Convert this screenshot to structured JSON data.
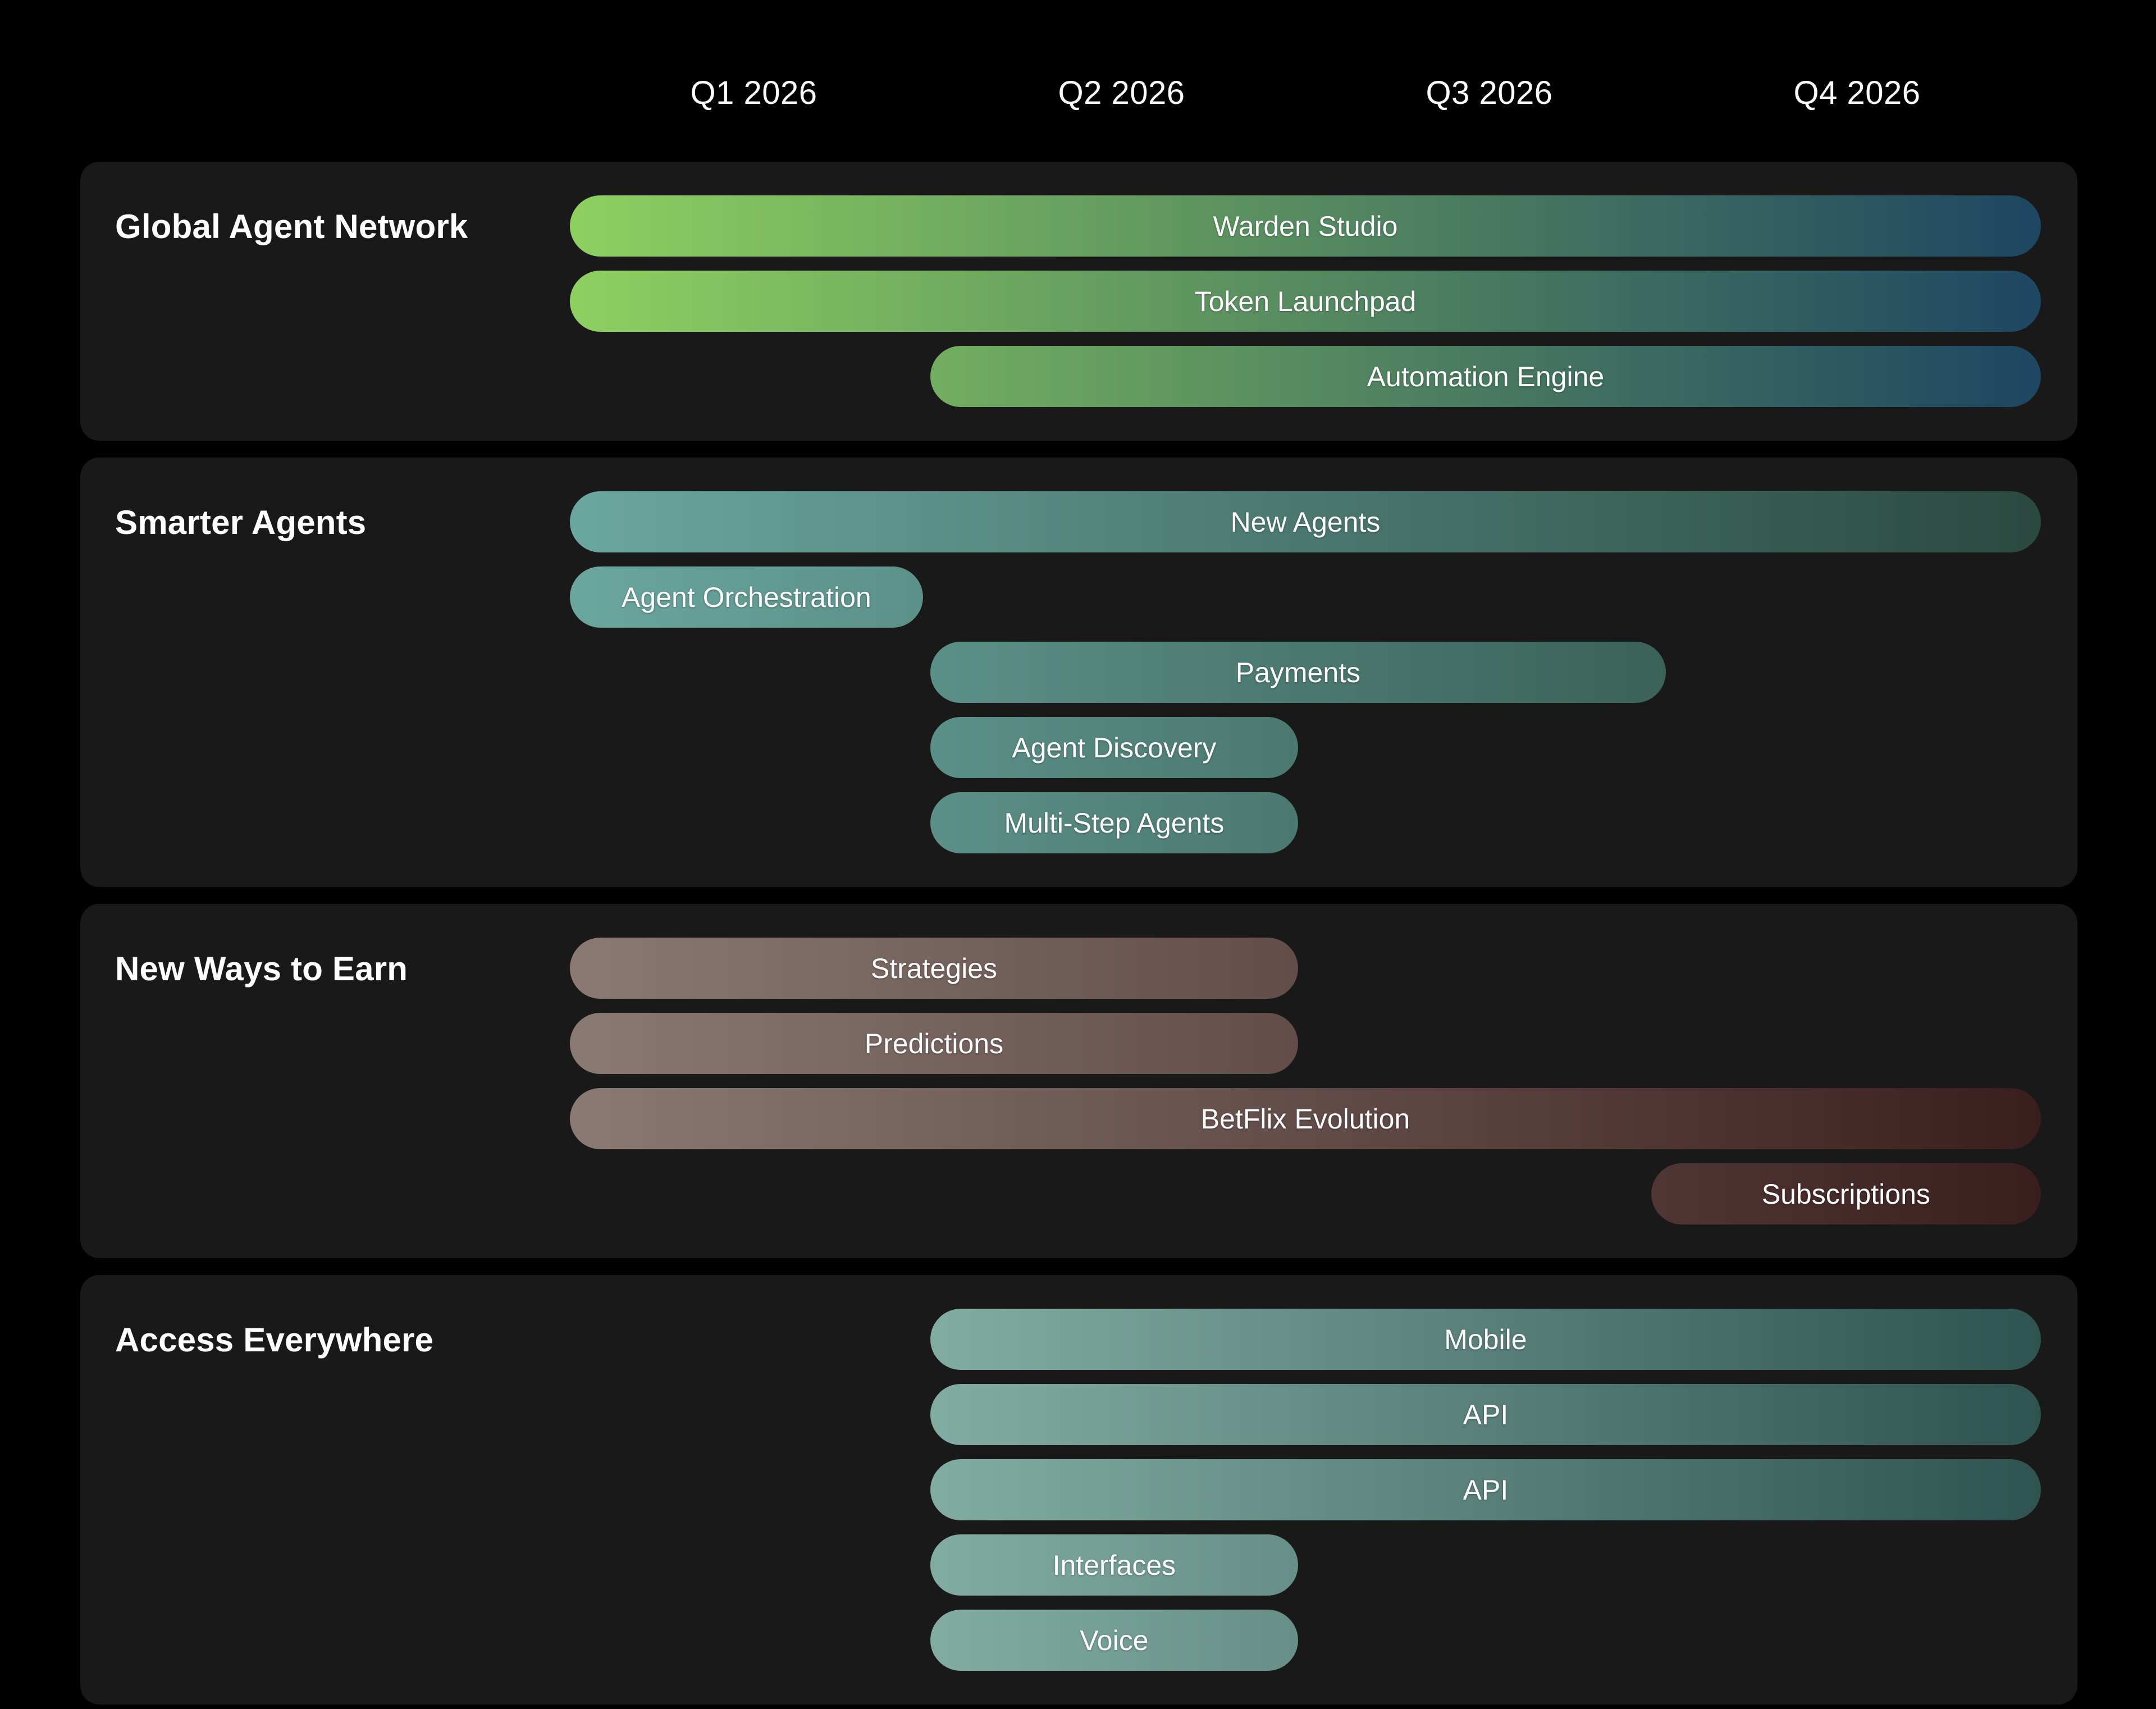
{
  "theme": {
    "page_background": "#000000",
    "panel_background": "#191919",
    "text_color": "#ffffff"
  },
  "axis": {
    "quarters": [
      "Q1 2026",
      "Q2 2026",
      "Q3 2026",
      "Q4 2026"
    ]
  },
  "chart_data": {
    "type": "bar",
    "title": "",
    "xlabel": "",
    "ylabel": "",
    "categories": [
      "Q1 2026",
      "Q2 2026",
      "Q3 2026",
      "Q4 2026"
    ],
    "axis_range_quarters": [
      1,
      5
    ],
    "grid": false,
    "legend": "none",
    "orientation": "horizontal-gantt",
    "groups": [
      {
        "name": "Global Agent Network",
        "gradient_start": "#8ed060",
        "gradient_end": "#1d4661",
        "tasks": [
          {
            "label": "Warden Studio",
            "start_q": 1.0,
            "end_q": 5.0
          },
          {
            "label": "Token Launchpad",
            "start_q": 1.0,
            "end_q": 5.0
          },
          {
            "label": "Automation Engine",
            "start_q": 1.98,
            "end_q": 5.0
          }
        ]
      },
      {
        "name": "Smarter Agents",
        "gradient_start": "#6aa79f",
        "gradient_end": "#2b4940",
        "tasks": [
          {
            "label": "New Agents",
            "start_q": 1.0,
            "end_q": 5.0
          },
          {
            "label": "Agent Orchestration",
            "start_q": 1.0,
            "end_q": 1.96
          },
          {
            "label": "Payments",
            "start_q": 1.98,
            "end_q": 3.98
          },
          {
            "label": "Agent Discovery",
            "start_q": 1.98,
            "end_q": 2.98
          },
          {
            "label": "Multi-Step Agents",
            "start_q": 1.98,
            "end_q": 2.98
          }
        ]
      },
      {
        "name": "New Ways to Earn",
        "gradient_start": "#8a7a73",
        "gradient_end": "#3a1e1e",
        "tasks": [
          {
            "label": "Strategies",
            "start_q": 1.0,
            "end_q": 2.98
          },
          {
            "label": "Predictions",
            "start_q": 1.0,
            "end_q": 2.98
          },
          {
            "label": "BetFlix Evolution",
            "start_q": 1.0,
            "end_q": 5.0
          },
          {
            "label": "Subscriptions",
            "start_q": 3.94,
            "end_q": 5.0
          }
        ]
      },
      {
        "name": "Access Everywhere",
        "gradient_start": "#9dc9bd",
        "gradient_end": "#2f5350",
        "tasks": [
          {
            "label": "Mobile",
            "start_q": 1.98,
            "end_q": 5.0
          },
          {
            "label": "API",
            "start_q": 1.98,
            "end_q": 5.0
          },
          {
            "label": "API",
            "start_q": 1.98,
            "end_q": 5.0
          },
          {
            "label": "Interfaces",
            "start_q": 1.98,
            "end_q": 2.98
          },
          {
            "label": "Voice",
            "start_q": 1.98,
            "end_q": 2.98
          }
        ]
      }
    ]
  }
}
